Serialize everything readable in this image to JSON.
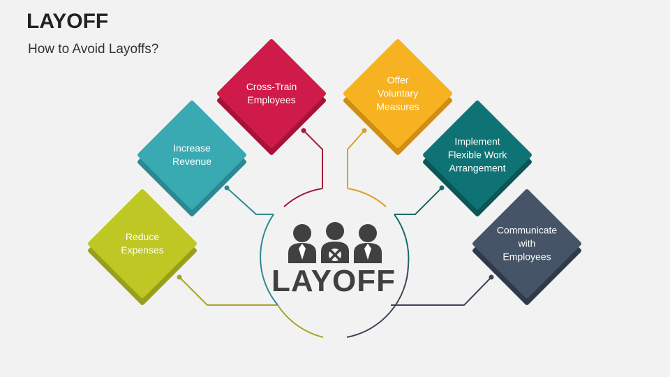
{
  "header": {
    "title": "LAYOFF",
    "subtitle": "How to Avoid Layoffs?"
  },
  "center": {
    "label": "LAYOFF",
    "icon": "people-layoff-icon"
  },
  "items": [
    {
      "label": "Reduce\nExpenses",
      "color": "#bfc725",
      "shade": "#98a01a",
      "line": "#a3a526"
    },
    {
      "label": "Increase\nRevenue",
      "color": "#3aaab2",
      "shade": "#2a8a92",
      "line": "#2e8a91"
    },
    {
      "label": "Cross-Train\nEmployees",
      "color": "#cf1a4a",
      "shade": "#a61238",
      "line": "#a31a3a"
    },
    {
      "label": "Offer\nVoluntary\nMeasures",
      "color": "#f6b221",
      "shade": "#cf8e12",
      "line": "#d9a12a"
    },
    {
      "label": "Implement\nFlexible Work\nArrangement",
      "color": "#0f7375",
      "shade": "#0a5557",
      "line": "#1a6a6a"
    },
    {
      "label": "Communicate\nwith\nEmployees",
      "color": "#455467",
      "shade": "#2f3b4b",
      "line": "#3c4656"
    }
  ]
}
